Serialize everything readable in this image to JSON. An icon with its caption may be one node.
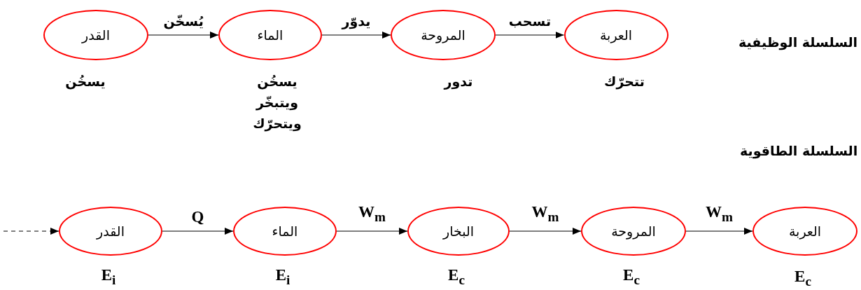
{
  "diagram": {
    "nodes": [
      {
        "text": [
          "القدر"
        ],
        "beside": [
          "يسخُن"
        ]
      },
      {
        "text": [
          "الماء"
        ],
        "beside": [
          "يسخُن ويتبخّر ويتحرّك"
        ]
      },
      {
        "text": [
          "المروحة"
        ],
        "beside": [
          "تدور"
        ]
      },
      {
        "text": [
          "العربة"
        ],
        "beside": [
          "تتحرّك"
        ]
      },
      {
        "text": [
          "القدر"
        ],
        "beside": [
          "E$_{i}$"
        ]
      },
      {
        "text": [
          "الماء"
        ],
        "beside": [
          "E$_{i}$"
        ]
      },
      {
        "text": [
          "البخار"
        ],
        "beside": [
          "E$_{c}$"
        ]
      },
      {
        "text": [
          "المروحة"
        ],
        "beside": [
          "E$_{c}$"
        ]
      },
      {
        "text": [
          "العربة"
        ],
        "beside": [
          "E$_{c}$"
        ]
      }
    ],
    "edges": [
      {
        "from": 0,
        "to": 1,
        "arrow": "to",
        "label": "يُسخّن"
      },
      {
        "from": 1,
        "to": 2,
        "arrow": "to",
        "label": "يدوّر"
      },
      {
        "from": 2,
        "to": 3,
        "arrow": "to",
        "label": "تسحب"
      },
      {
        "from": null,
        "to": 4,
        "arrow": "to",
        "style": "dashed"
      },
      {
        "from": 4,
        "to": 5,
        "arrow": "to",
        "label": "Q"
      },
      {
        "from": 5,
        "to": 6,
        "arrow": "to",
        "label": "W$_{m}$"
      },
      {
        "from": 6,
        "to": 7,
        "arrow": "to",
        "label": "W$_{m}$"
      },
      {
        "from": 7,
        "to": 8,
        "arrow": "to",
        "label": "W$_{m}$"
      }
    ],
    "labels": [
      "السلسلة الوظيفية",
      "السلسلة الطاقوية"
    ]
  }
}
